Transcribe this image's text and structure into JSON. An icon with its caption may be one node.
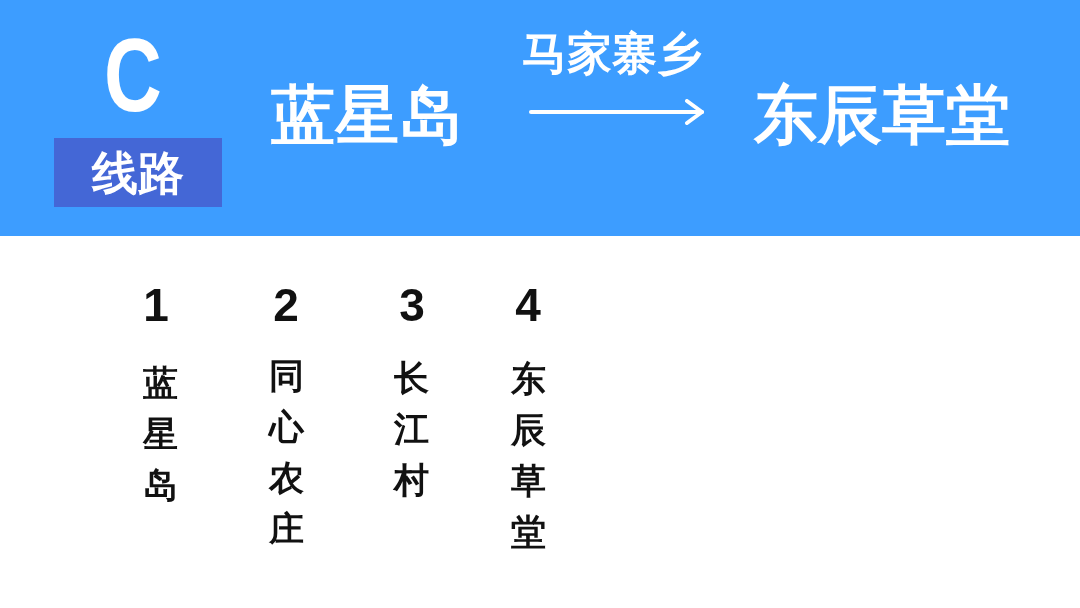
{
  "diagram": {
    "nodes": [
      {
        "text": [
          "C"
        ]
      },
      {
        "text": [
          "线路"
        ],
        "in": 0
      },
      {
        "text": [
          "蓝星岛"
        ],
        "in": 0
      },
      {
        "text": [
          "东辰草堂"
        ],
        "in": 0
      }
    ],
    "edges": [
      {
        "from": 2,
        "to": 3,
        "arrow": "to",
        "label": "马家寨乡"
      }
    ],
    "labels": [
      "1",
      "2",
      "3",
      "4",
      "蓝星岛",
      "同心农庄",
      "长江村",
      "东辰草堂"
    ]
  }
}
